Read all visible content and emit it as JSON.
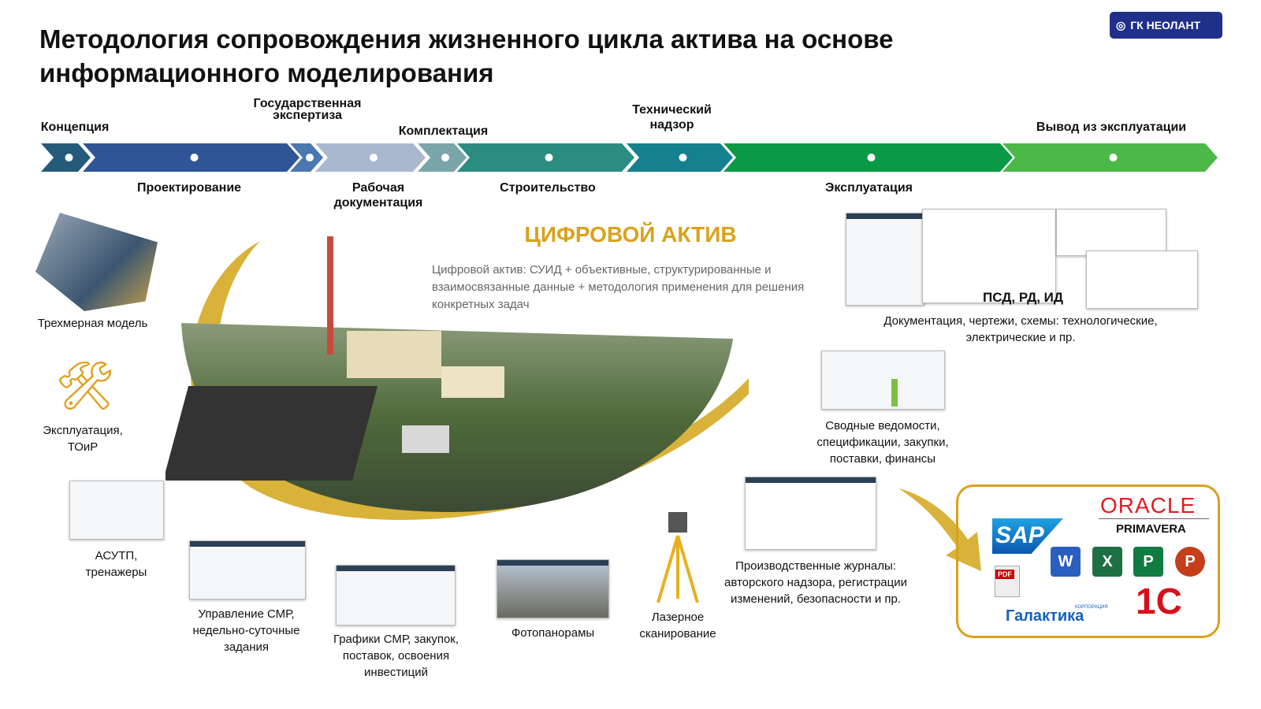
{
  "title": "Методология сопровождения жизненного цикла актива на основе информационного моделирования",
  "logo": "ГК НЕОЛАНТ",
  "timeline": {
    "top_labels": [
      "Концепция",
      "Государственная экспертиза",
      "Комплектация",
      "Технический надзор",
      "Вывод из эксплуатации"
    ],
    "bottom_labels": [
      "Проектирование",
      "Рабочая документация",
      "Строительство",
      "Эксплуатация"
    ],
    "colors": [
      "#245b7a",
      "#2f5597",
      "#4a78b0",
      "#a9b8cf",
      "#7aa6aa",
      "#2b8c80",
      "#15818f",
      "#0a9a45",
      "#4cb848"
    ]
  },
  "digital_asset": {
    "title": "ЦИФРОВОЙ АКТИВ",
    "text": "Цифровой актив:  СУИД + объективные, структурированные и взаимосвязанные данные + методология применения для решения конкретных задач"
  },
  "left": [
    "Трехмерная модель",
    "Эксплуатация, ТОиР",
    "АСУТП, тренажеры"
  ],
  "bottom": [
    "Управление СМР, недельно-суточные задания",
    "Графики СМР, закупок, поставок, освоения инвестиций",
    "Фотопанорамы",
    "Лазерное сканирование"
  ],
  "right": {
    "docs_label": "ПСД, РД, ИД",
    "docs_caption": "Документация, чертежи, схемы: технологические, электрические и пр.",
    "summary": "Сводные ведомости, спецификации, закупки, поставки, финансы",
    "journals": "Производственные журналы: авторского надзора, регистрации изменений, безопасности и пр."
  },
  "software": {
    "oracle": "ORACLE",
    "primavera": "PRIMAVERA",
    "sap": "SAP",
    "pdf": "PDF",
    "galaktika": "Галактика",
    "corp": "КОРПОРАЦИЯ",
    "onec": "1С",
    "word": "W",
    "excel": "X",
    "project": "P",
    "ppt": "P"
  }
}
